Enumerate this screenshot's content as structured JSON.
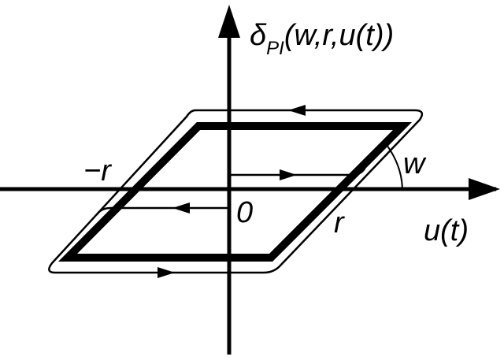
{
  "diagram": {
    "y_axis_label": {
      "symbol": "δ",
      "subscript": "PI",
      "args": "(w,r,u(t))"
    },
    "x_axis_label": "u(t)",
    "origin_label": "0",
    "neg_r_label": "−r",
    "pos_r_label": "r",
    "slope_label": "w",
    "colors": {
      "stroke": "#000000",
      "background": "#ffffff"
    }
  }
}
